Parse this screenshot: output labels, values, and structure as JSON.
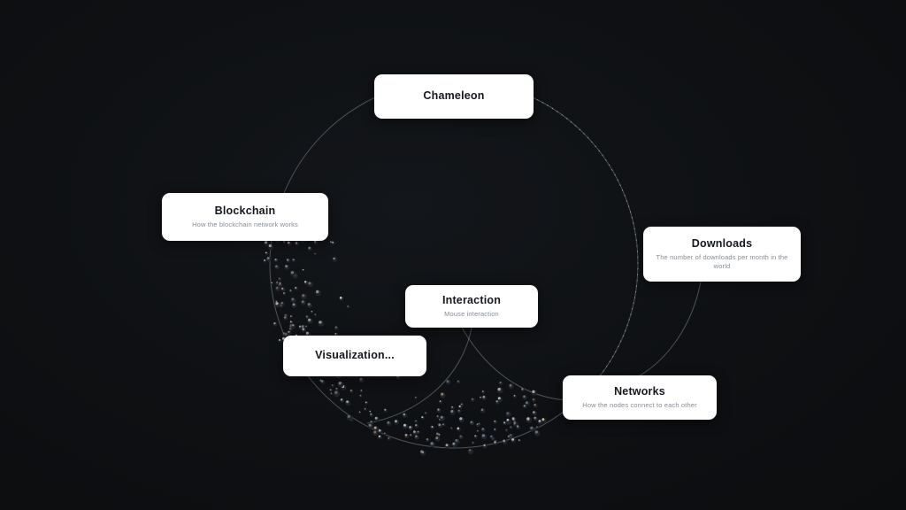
{
  "diagram": {
    "nodes": [
      {
        "key": "top",
        "title": "Chameleon",
        "subtitle": ""
      },
      {
        "key": "left",
        "title": "Blockchain",
        "subtitle": "How the blockchain network works"
      },
      {
        "key": "right",
        "title": "Downloads",
        "subtitle": "The number of downloads per month in the world"
      },
      {
        "key": "center",
        "title": "Interaction",
        "subtitle": "Mouse interaction"
      },
      {
        "key": "lower_left",
        "title": "Visualization...",
        "subtitle": ""
      },
      {
        "key": "lower_right",
        "title": "Networks",
        "subtitle": "How the nodes connect to each other"
      }
    ],
    "colors": {
      "background": "#0e1013",
      "card": "#ffffff",
      "title": "#15181d",
      "subtitle": "#858c96",
      "connector": "#9aa4ae"
    }
  }
}
